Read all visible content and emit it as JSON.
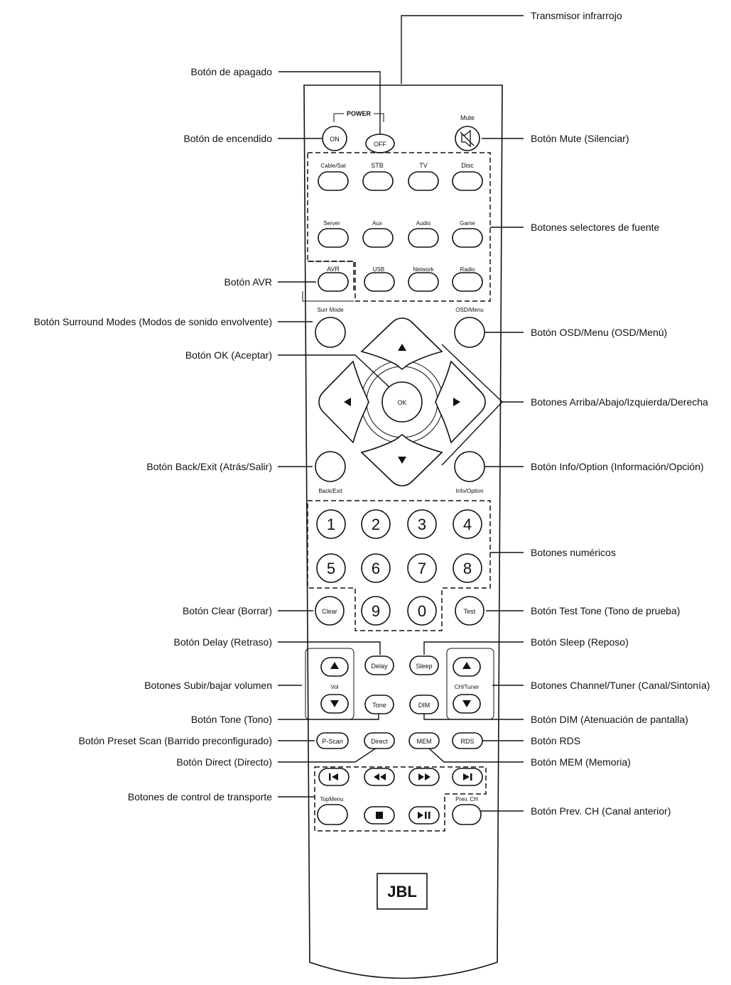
{
  "callouts": {
    "ir_transmitter": "Transmisor infrarrojo",
    "power_off": "Botón de apagado",
    "power_on": "Botón de encendido",
    "mute": "Botón Mute (Silenciar)",
    "source_selectors": "Botones selectores de fuente",
    "avr": "Botón AVR",
    "surround_modes": "Botón Surround Modes (Modos de sonido envolvente)",
    "osd_menu": "Botón OSD/Menu (OSD/Menú)",
    "ok": "Botón OK (Aceptar)",
    "arrows": "Botones Arriba/Abajo/Izquierda/Derecha",
    "back_exit": "Botón Back/Exit (Atrás/Salir)",
    "info_option": "Botón Info/Option (Información/Opción)",
    "numeric": "Botones numéricos",
    "clear": "Botón Clear (Borrar)",
    "test_tone": "Botón Test Tone (Tono de prueba)",
    "delay": "Botón Delay (Retraso)",
    "sleep": "Botón Sleep (Reposo)",
    "volume": "Botones Subir/bajar volumen",
    "channel_tuner": "Botones Channel/Tuner (Canal/Sintonía)",
    "tone": "Botón Tone (Tono)",
    "dim": "Botón DIM (Atenuación de pantalla)",
    "preset_scan": "Botón Preset Scan (Barrido preconfigurado)",
    "rds": "Botón RDS",
    "direct": "Botón Direct (Directo)",
    "mem": "Botón MEM (Memoria)",
    "transport": "Botones de control de transporte",
    "prev_ch": "Botón Prev. CH (Canal anterior)"
  },
  "remote": {
    "power_label": "POWER",
    "on": "ON",
    "off": "OFF",
    "mute_label": "Mute",
    "sources_row1": [
      "Cable/Sat",
      "STB",
      "TV",
      "Disc"
    ],
    "sources_row2": [
      "Server",
      "Aux",
      "Audio",
      "Game"
    ],
    "sources_row3": [
      "AVR",
      "USB",
      "Network",
      "Radio"
    ],
    "surr_mode": "Surr Mode",
    "osd_menu": "OSD/Menu",
    "ok": "OK",
    "back_exit": "Back/Exit",
    "info_option": "Info/Option",
    "numbers_row1": [
      "1",
      "2",
      "3",
      "4"
    ],
    "numbers_row2": [
      "5",
      "6",
      "7",
      "8"
    ],
    "num9": "9",
    "num0": "0",
    "clear": "Clear",
    "test": "Test",
    "delay": "Delay",
    "sleep": "Sleep",
    "vol": "Vol",
    "ch_tuner": "CH/Tuner",
    "tone": "Tone",
    "dim": "DIM",
    "p_scan": "P-Scan",
    "direct": "Direct",
    "mem": "MEM",
    "rds": "RDS",
    "top_menu": "TopMenu",
    "prev_ch": "Prev. CH",
    "brand": "JBL"
  }
}
